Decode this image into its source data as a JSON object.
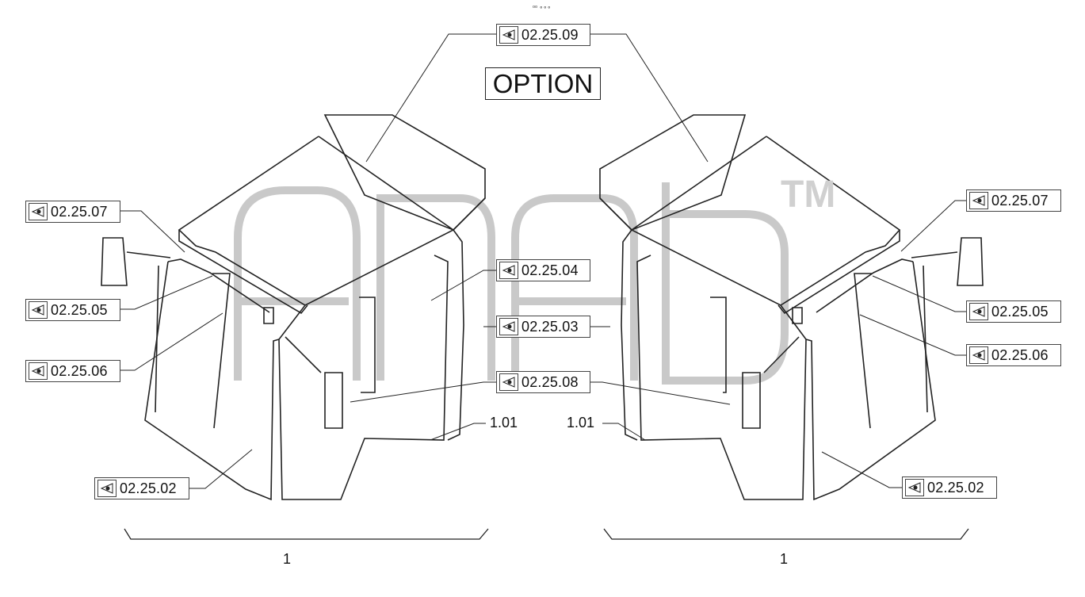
{
  "header_mark": "ᵒᵒ ∘∘∘",
  "option_label": "OPTION",
  "watermark_tm": "TM",
  "eye_icon": "eye-view-icon",
  "callouts": {
    "top_center": "02.25.09",
    "left_07": "02.25.07",
    "left_05": "02.25.05",
    "left_06": "02.25.06",
    "left_02": "02.25.02",
    "center_04": "02.25.04",
    "center_03": "02.25.03",
    "center_08": "02.25.08",
    "right_07": "02.25.07",
    "right_05": "02.25.05",
    "right_06": "02.25.06",
    "right_02": "02.25.02"
  },
  "part_labels": {
    "left_101": "1.01",
    "right_101": "1.01",
    "left_assembly": "1",
    "right_assembly": "1"
  }
}
